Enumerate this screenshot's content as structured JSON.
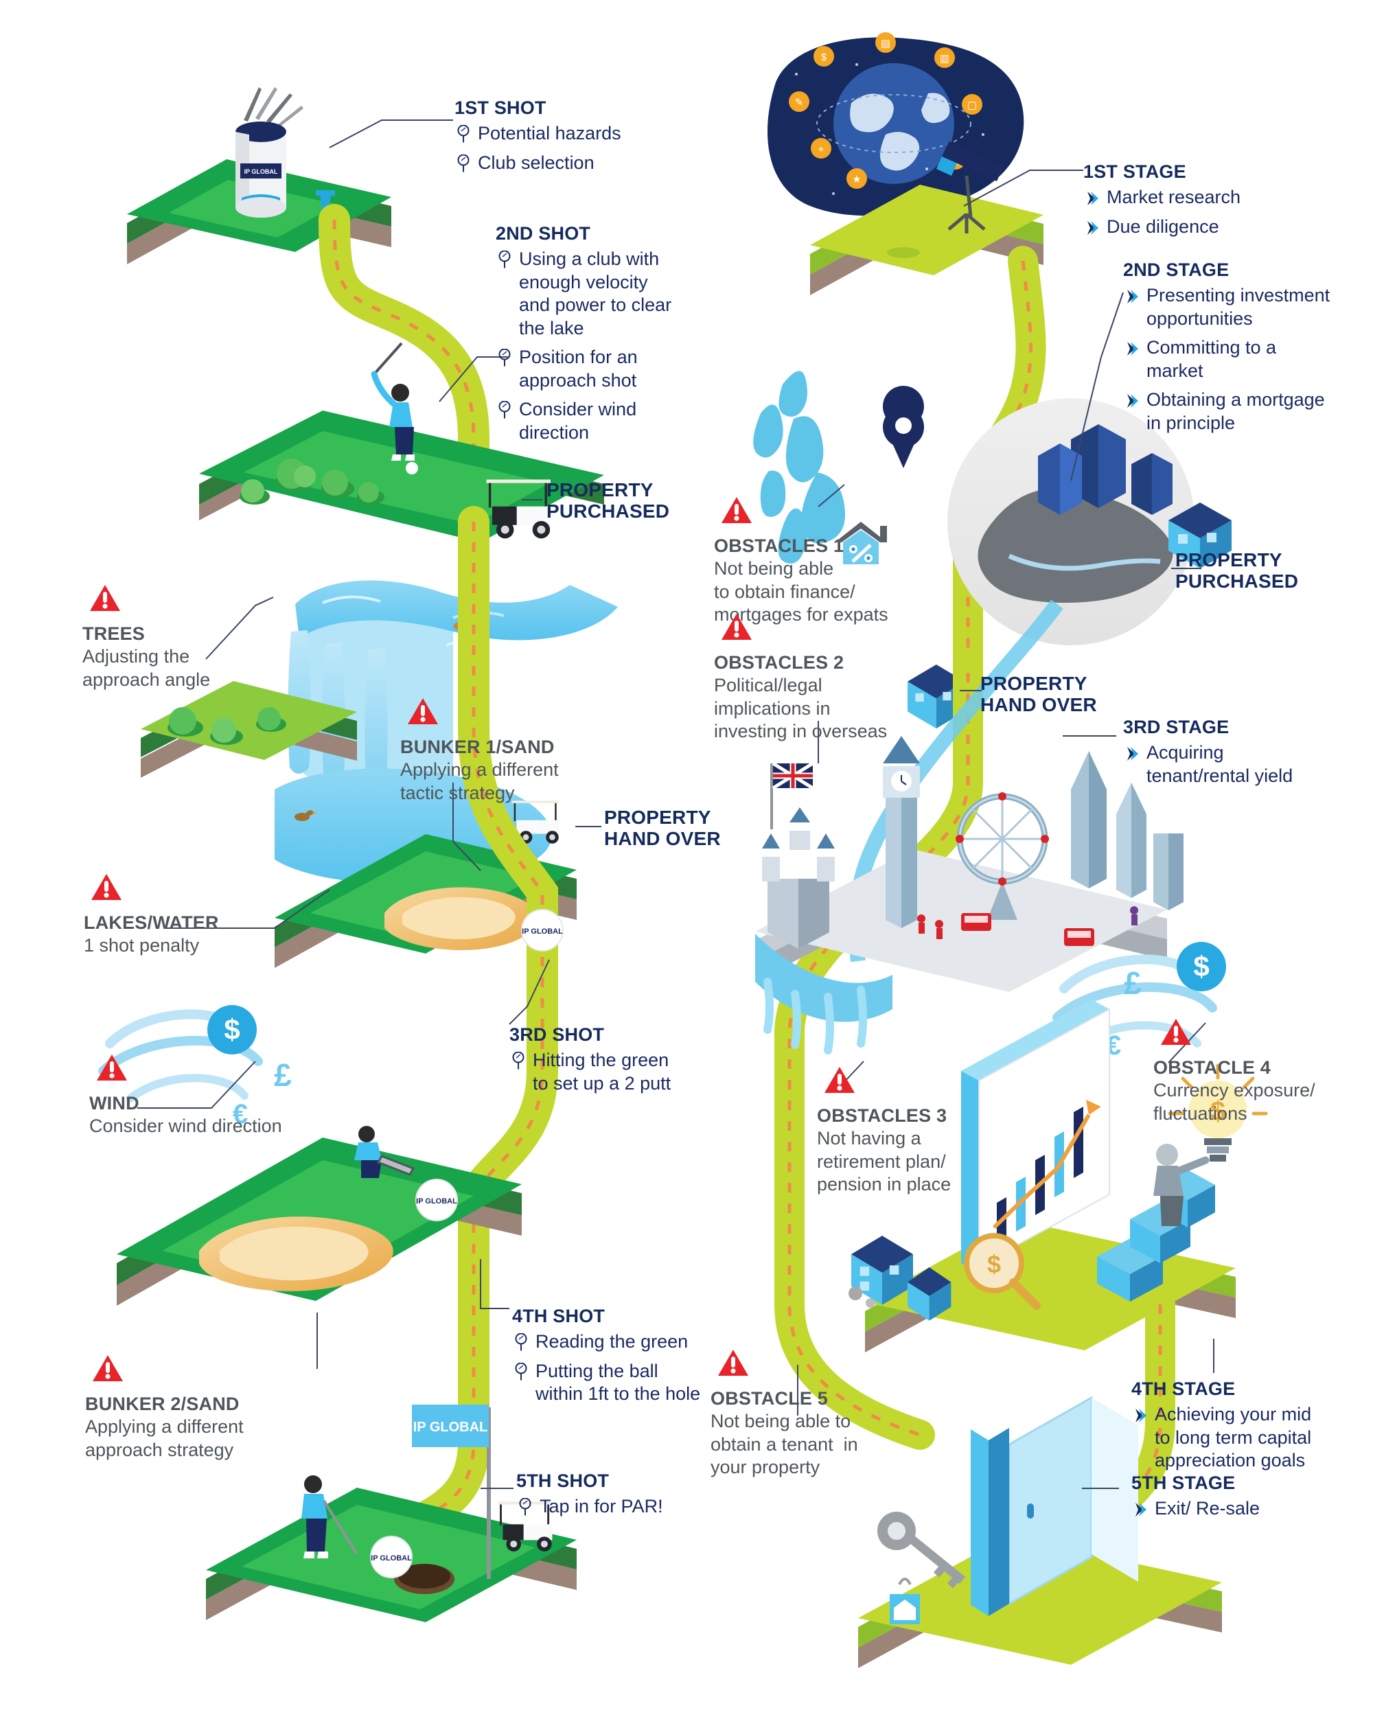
{
  "meta": {
    "brand": "IP GLOBAL",
    "accent_navy": "#1B2A61",
    "accent_cyan": "#25A8E0",
    "accent_green_dark": "#17A44B",
    "accent_green_light": "#C3D82E",
    "warning_red": "#E8232A",
    "grey_text": "#4E555B"
  },
  "golf": {
    "shots": [
      {
        "title": "1ST SHOT",
        "bullets": [
          "Potential hazards",
          "Club selection"
        ]
      },
      {
        "title": "2ND SHOT",
        "bullets": [
          "Using a club with\nenough velocity\nand power to clear\nthe lake",
          "Position for an\napproach shot",
          "Consider wind\ndirection"
        ]
      },
      {
        "title": "3RD SHOT",
        "bullets": [
          "Hitting the green\nto set up a 2 putt"
        ]
      },
      {
        "title": "4TH SHOT",
        "bullets": [
          "Reading the green",
          "Putting the ball\nwithin 1ft to the hole"
        ]
      },
      {
        "title": "5TH SHOT",
        "bullets": [
          "Tap in for PAR!"
        ]
      }
    ],
    "milestones": [
      {
        "label": "PROPERTY\nPURCHASED"
      },
      {
        "label": "PROPERTY\nHAND OVER"
      }
    ],
    "hazards": [
      {
        "title": "TREES",
        "desc": "Adjusting the\napproach angle"
      },
      {
        "title": "BUNKER 1/SAND",
        "desc": "Applying a different\ntactic strategy"
      },
      {
        "title": "LAKES/WATER",
        "desc": "1 shot penalty"
      },
      {
        "title": "WIND",
        "desc": "Consider wind direction"
      },
      {
        "title": "BUNKER 2/SAND",
        "desc": "Applying a different\napproach strategy"
      }
    ],
    "currency_symbols": [
      "$",
      "£",
      "€"
    ],
    "flag_label": "IP GLOBAL"
  },
  "property": {
    "stages": [
      {
        "title": "1ST STAGE",
        "bullets": [
          "Market research",
          "Due diligence"
        ]
      },
      {
        "title": "2ND STAGE",
        "bullets": [
          "Presenting investment\nopportunities",
          "Committing to a\nmarket",
          "Obtaining a mortgage\nin principle"
        ]
      },
      {
        "title": "3RD STAGE",
        "bullets": [
          "Acquiring\ntenant/rental yield"
        ]
      },
      {
        "title": "4TH STAGE",
        "bullets": [
          "Achieving your mid\nto long term capital\nappreciation goals"
        ]
      },
      {
        "title": "5TH STAGE",
        "bullets": [
          "Exit/ Re-sale"
        ]
      }
    ],
    "milestones": [
      {
        "label": "PROPERTY\nPURCHASED"
      },
      {
        "label": "PROPERTY\nHAND OVER"
      }
    ],
    "obstacles": [
      {
        "title": "OBSTACLES 1",
        "desc": "Not being able\nto obtain finance/\nmortgages for expats"
      },
      {
        "title": "OBSTACLES 2",
        "desc": "Political/legal\nimplications in\ninvesting in overseas"
      },
      {
        "title": "OBSTACLES 3",
        "desc": "Not having a\nretirement plan/\npension in place"
      },
      {
        "title": "OBSTACLE 4",
        "desc": "Currency exposure/\nfluctuations"
      },
      {
        "title": "OBSTACLE 5",
        "desc": "Not being able to\nobtain a tenant  in\nyour property"
      }
    ],
    "currency_symbols": [
      "$",
      "£",
      "€"
    ],
    "percent_badge": "%"
  }
}
